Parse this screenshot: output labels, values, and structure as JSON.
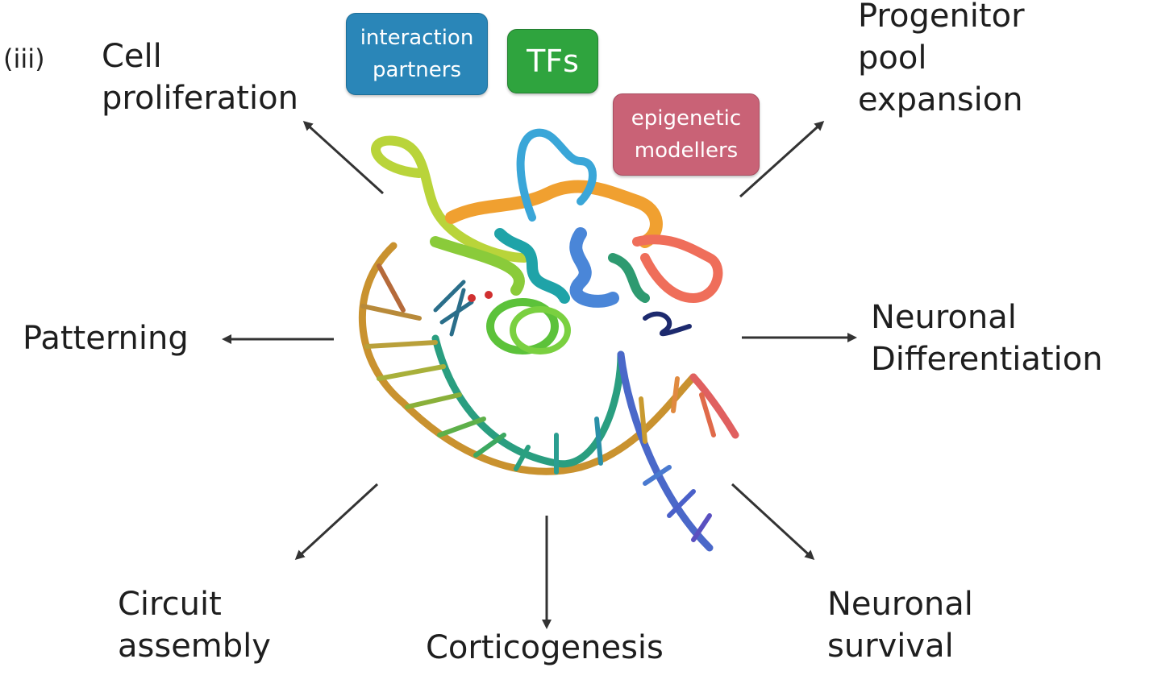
{
  "panel_label": "(iii)",
  "pills": {
    "interaction_partners": {
      "text": "interaction\npartners",
      "color": "#2a86b8"
    },
    "tfs": {
      "text": "TFs",
      "color": "#2fa43e"
    },
    "epigenetic_modellers": {
      "text": "epigenetic\nmodellers",
      "color": "#c96276"
    }
  },
  "outcomes": {
    "cell_proliferation": "Cell\nproliferation",
    "progenitor_pool_expansion": "Progenitor\npool\nexpansion",
    "patterning": "Patterning",
    "neuronal_differentiation": "Neuronal\nDifferentiation",
    "circuit_assembly": "Circuit\nassembly",
    "corticogenesis": "Corticogenesis",
    "neuronal_survival": "Neuronal\nsurvival"
  },
  "graphic": {
    "structure_icon": "protein-dna-ribbon-structure",
    "arrow_color": "#333333"
  }
}
